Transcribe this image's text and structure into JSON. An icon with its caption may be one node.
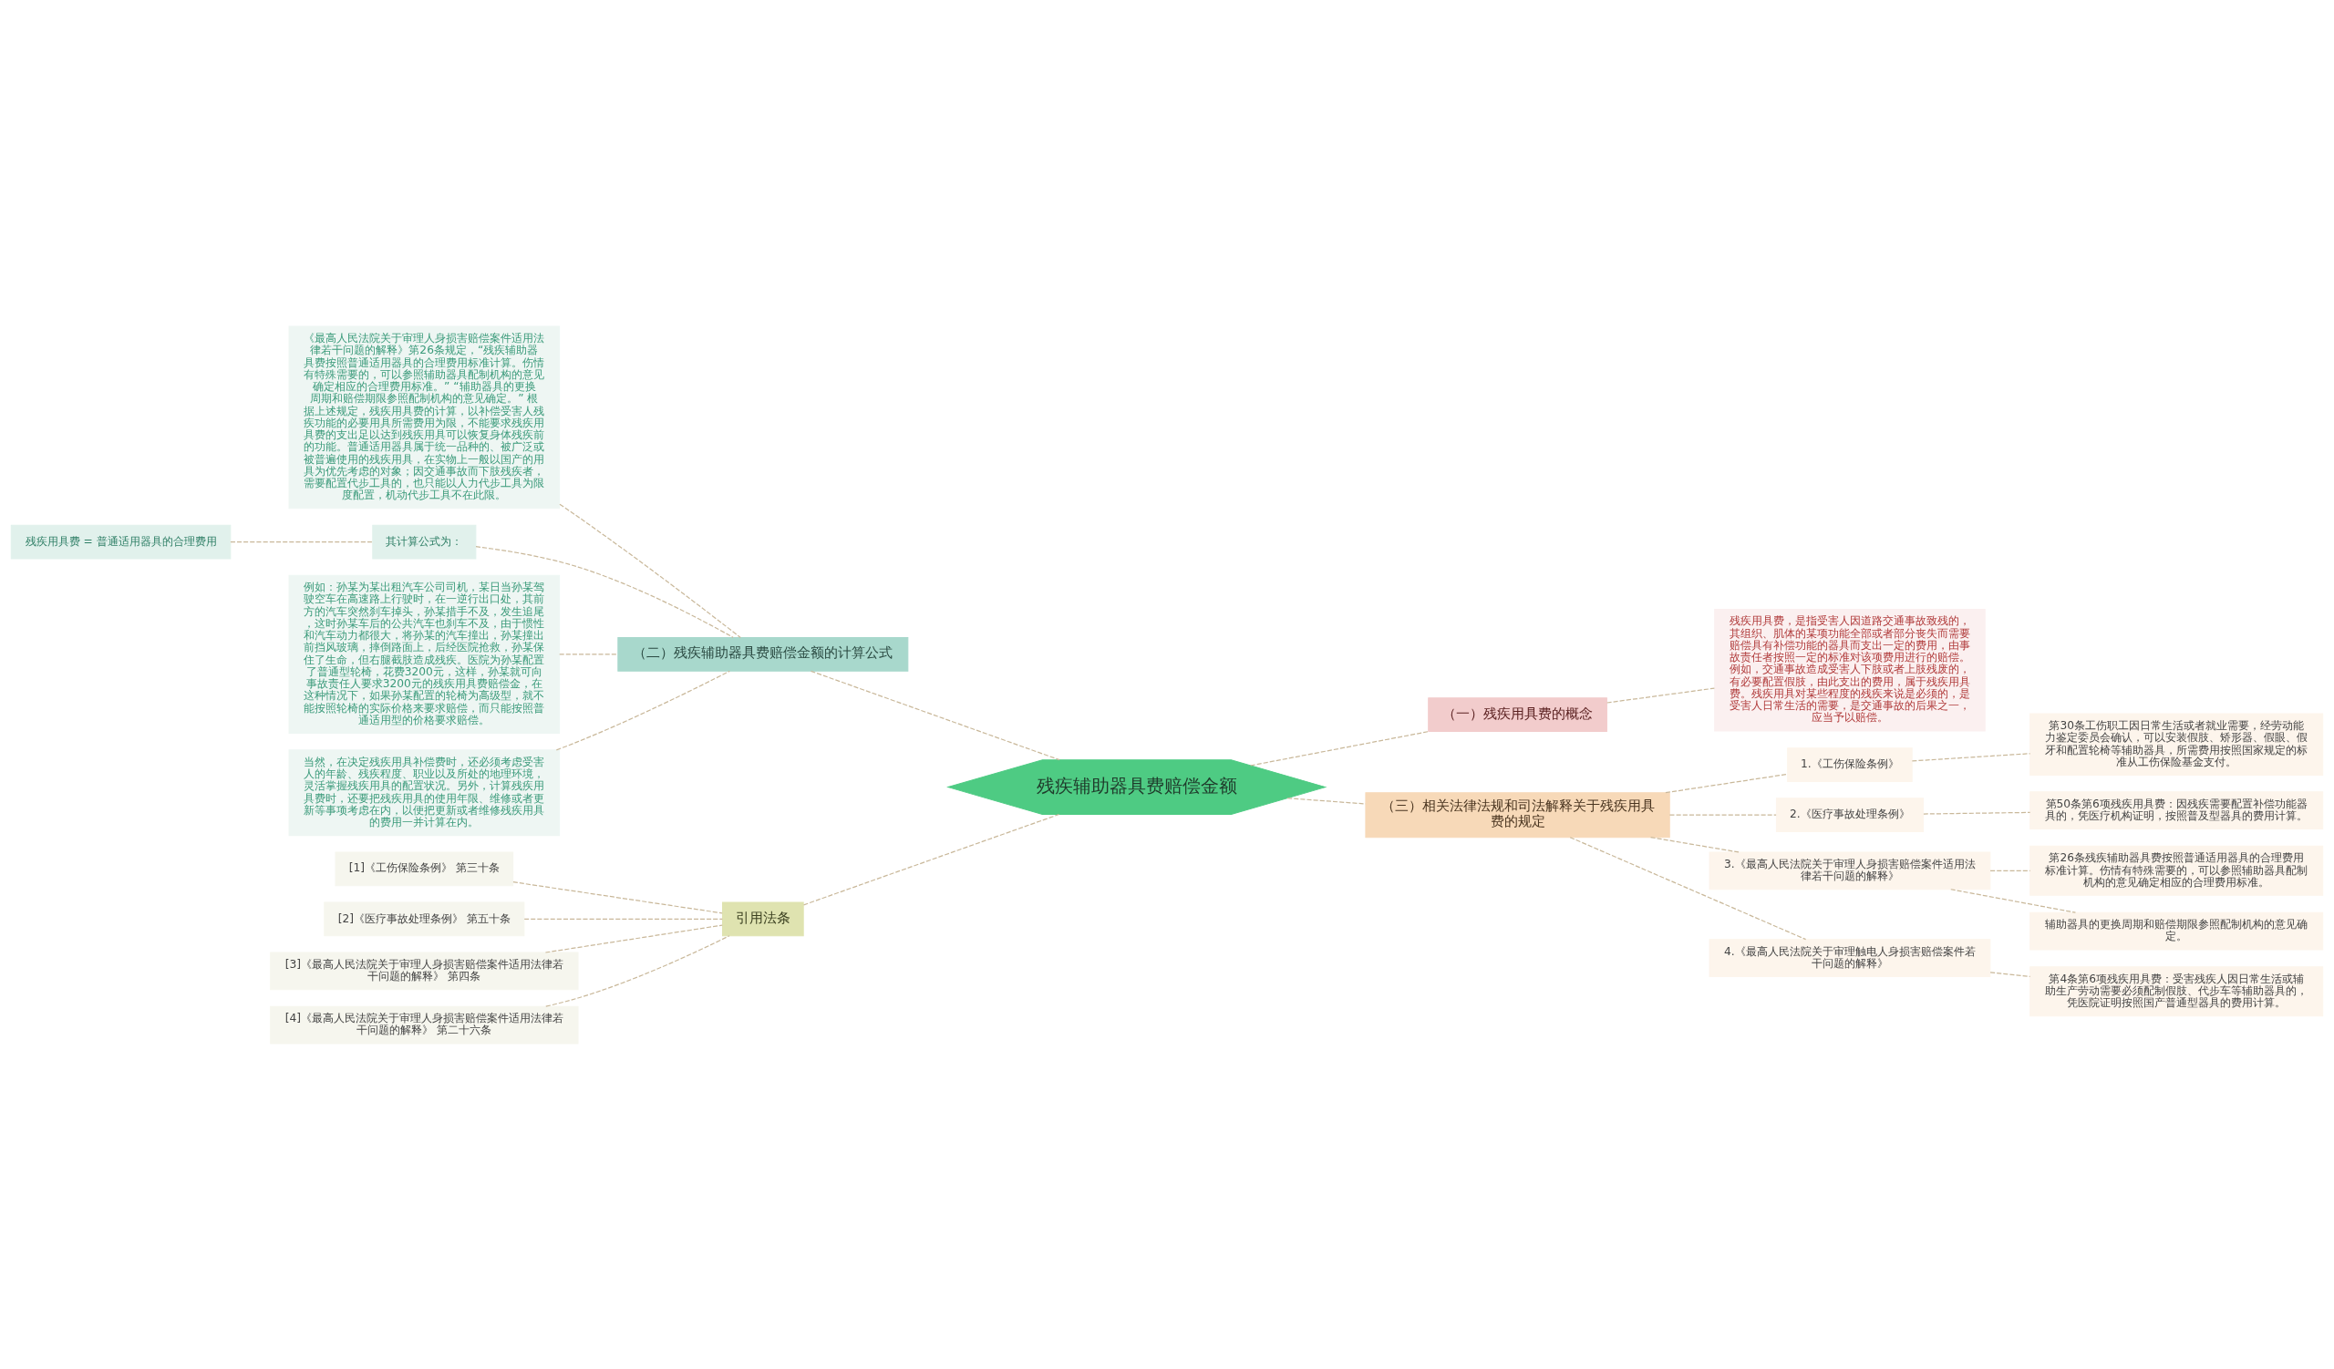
{
  "diagram": {
    "nodes": [
      {
        "text": [
          "残疾辅助器具费赔偿金额"
        ]
      },
      {
        "text": [
          "（二）残疾辅助器具费赔偿金额的计算公式"
        ]
      },
      {
        "text": [
          "《最高人民法院关于审理人身损害赔偿案件适用法律若干问题的解释》第26条规定，“残疾辅助器具费按照普通适用器具的合理费用标准计算。伤情有特殊需要的，可以参照辅助器具配制机构的意见确定相应的合理费用标准。” “辅助器具的更换周期和赔偿期限参照配制机构的意见确定。” 根据上述规定，残疾用具费的计算，以补偿受害人残疾功能的必要用具所需费用为限，不能要求残疾用具费的支出足以达到残疾用具可以恢复身体残疾前的功能。普通适用器具属于统一品种的、被广泛或被普遍使用的残疾用具，在实物上一般以国产的用具为优先考虑的对象；因交通事故而下肢残疾者，需要配置代步工具的，也只能以人力代步工具为限度配置，机动代步工具不在此限。"
        ]
      },
      {
        "text": [
          "其计算公式为："
        ]
      },
      {
        "text": [
          "残疾用具费 = 普通适用器具的合理费用"
        ]
      },
      {
        "text": [
          "例如：孙某为某出租汽车公司司机，某日当孙某驾驶空车在高速路上行驶时，在一逆行出口处，其前方的汽车突然刹车掉头，孙某措手不及，发生追尾，这时孙某车后的公共汽车也刹车不及，由于惯性和汽车动力都很大，将孙某的汽车撞出，孙某撞出前挡风玻璃，摔倒路面上，后经医院抢救，孙某保住了生命，但右腿截肢造成残疾。医院为孙某配置了普通型轮椅，花费3200元，这样，孙某就可向事故责任人要求3200元的残疾用具费赔偿金，在这种情况下，如果孙某配置的轮椅为高级型，就不能按照轮椅的实际价格来要求赔偿，而只能按照普通适用型的价格要求赔偿。"
        ]
      },
      {
        "text": [
          "当然，在决定残疾用具补偿费时，还必须考虑受害人的年龄、残疾程度、职业以及所处的地理环境，灵活掌握残疾用具的配置状况。另外，计算残疾用具费时，还要把残疾用具的使用年限、维修或者更新等事项考虑在内，以便把更新或者维修残疾用具的费用一并计算在内。"
        ]
      },
      {
        "text": [
          "引用法条"
        ]
      },
      {
        "text": [
          "[1]《工伤保险条例》 第三十条"
        ]
      },
      {
        "text": [
          "[2]《医疗事故处理条例》 第五十条"
        ]
      },
      {
        "text": [
          "[3]《最高人民法院关于审理人身损害赔偿案件适用法律若干问题的解释》 第四条"
        ]
      },
      {
        "text": [
          "[4]《最高人民法院关于审理人身损害赔偿案件适用法律若干问题的解释》 第二十六条"
        ]
      },
      {
        "text": [
          "（一）残疾用具费的概念"
        ]
      },
      {
        "text": [
          "残疾用具费，是指受害人因道路交通事故致残的，其组织、肌体的某项功能全部或者部分丧失而需要赔偿具有补偿功能的器具而支出一定的费用，由事故责任者按照一定的标准对该项费用进行的赔偿。例如，交通事故造成受害人下肢或者上肢残废的，有必要配置假肢，由此支出的费用，属于残疾用具费。残疾用具对某些程度的残疾来说是必须的，是受害人日常生活的需要，是交通事故的后果之一，应当予以赔偿。"
        ]
      },
      {
        "text": [
          "（三）相关法律法规和司法解释关于残疾用具费的规定"
        ]
      },
      {
        "text": [
          "1.《工伤保险条例》"
        ]
      },
      {
        "text": [
          "第30条工伤职工因日常生活或者就业需要，经劳动能力鉴定委员会确认，可以安装假肢、矫形器、假眼、假牙和配置轮椅等辅助器具，所需费用按照国家规定的标准从工伤保险基金支付。"
        ]
      },
      {
        "text": [
          "2.《医疗事故处理条例》"
        ]
      },
      {
        "text": [
          "第50条第6项残疾用具费：因残疾需要配置补偿功能器具的，凭医疗机构证明，按照普及型器具的费用计算。"
        ]
      },
      {
        "text": [
          "3.《最高人民法院关于审理人身损害赔偿案件适用法律若干问题的解释》"
        ]
      },
      {
        "text": [
          "第26条残疾辅助器具费按照普通适用器具的合理费用标准计算。伤情有特殊需要的，可以参照辅助器具配制机构的意见确定相应的合理费用标准。"
        ]
      },
      {
        "text": [
          "辅助器具的更换周期和赔偿期限参照配制机构的意见确定。"
        ]
      },
      {
        "text": [
          "4.《最高人民法院关于审理触电人身损害赔偿案件若干问题的解释》"
        ]
      },
      {
        "text": [
          "第4条第6项残疾用具费：受害残疾人因日常生活或辅助生产劳动需要必须配制假肢、代步车等辅助器具的，凭医院证明按照国产普通型器具的费用计算。"
        ]
      }
    ],
    "edges": [
      {
        "from": 0,
        "to": 1,
        "arrow": "none"
      },
      {
        "from": 1,
        "to": 2,
        "arrow": "none"
      },
      {
        "from": 1,
        "to": 3,
        "arrow": "none"
      },
      {
        "from": 3,
        "to": 4,
        "arrow": "none"
      },
      {
        "from": 1,
        "to": 5,
        "arrow": "none"
      },
      {
        "from": 1,
        "to": 6,
        "arrow": "none"
      },
      {
        "from": 0,
        "to": 7,
        "arrow": "none"
      },
      {
        "from": 7,
        "to": 8,
        "arrow": "none"
      },
      {
        "from": 7,
        "to": 9,
        "arrow": "none"
      },
      {
        "from": 7,
        "to": 10,
        "arrow": "none"
      },
      {
        "from": 7,
        "to": 11,
        "arrow": "none"
      },
      {
        "from": 0,
        "to": 12,
        "arrow": "none"
      },
      {
        "from": 12,
        "to": 13,
        "arrow": "none"
      },
      {
        "from": 0,
        "to": 14,
        "arrow": "none"
      },
      {
        "from": 14,
        "to": 15,
        "arrow": "none"
      },
      {
        "from": 15,
        "to": 16,
        "arrow": "none"
      },
      {
        "from": 14,
        "to": 17,
        "arrow": "none"
      },
      {
        "from": 17,
        "to": 18,
        "arrow": "none"
      },
      {
        "from": 14,
        "to": 19,
        "arrow": "none"
      },
      {
        "from": 19,
        "to": 20,
        "arrow": "none"
      },
      {
        "from": 19,
        "to": 21,
        "arrow": "none"
      },
      {
        "from": 14,
        "to": 22,
        "arrow": "none"
      },
      {
        "from": 22,
        "to": 23,
        "arrow": "none"
      }
    ]
  }
}
